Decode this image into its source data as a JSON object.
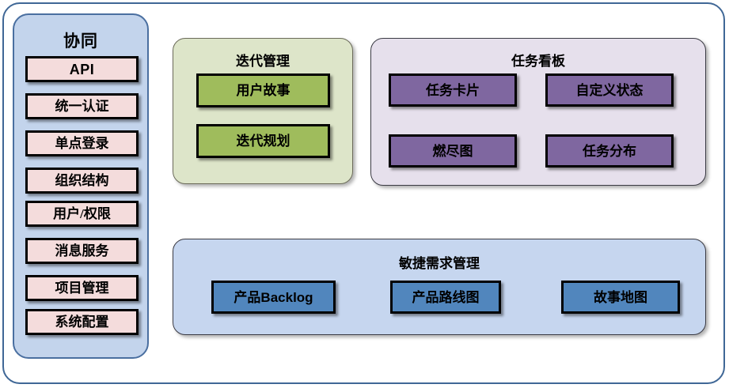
{
  "diagram": {
    "title_text": "",
    "colors": {
      "outer_border": "#3f6796",
      "collab_panel_bg": "#c3d4ec",
      "collab_item_bg": "#f4dcdc",
      "iteration_panel_bg": "#dde5c9",
      "iteration_item_bg": "#9fbc5c",
      "taskboard_panel_bg": "#e6e0ec",
      "taskboard_item_bg": "#7f67a0",
      "agile_panel_bg": "#c6d6ef",
      "agile_item_bg": "#5186bd",
      "box_border": "#000000"
    }
  },
  "collaboration": {
    "title": "协同",
    "items": [
      {
        "label": "API"
      },
      {
        "label": "统一认证"
      },
      {
        "label": "单点登录"
      },
      {
        "label": "组织结构"
      },
      {
        "label": "用户/权限"
      },
      {
        "label": "消息服务"
      },
      {
        "label": "项目管理"
      },
      {
        "label": "系统配置"
      }
    ]
  },
  "iteration": {
    "title": "迭代管理",
    "items": [
      {
        "label": "用户故事"
      },
      {
        "label": "迭代规划"
      }
    ]
  },
  "taskboard": {
    "title": "任务看板",
    "items": [
      {
        "label": "任务卡片"
      },
      {
        "label": "自定义状态"
      },
      {
        "label": "燃尽图"
      },
      {
        "label": "任务分布"
      }
    ]
  },
  "agile": {
    "title": "敏捷需求管理",
    "items": [
      {
        "label_cjk": "产品",
        "label_latin": "Backlog"
      },
      {
        "label_cjk": "产品路线图",
        "label_latin": ""
      },
      {
        "label_cjk": "故事地图",
        "label_latin": ""
      }
    ]
  }
}
